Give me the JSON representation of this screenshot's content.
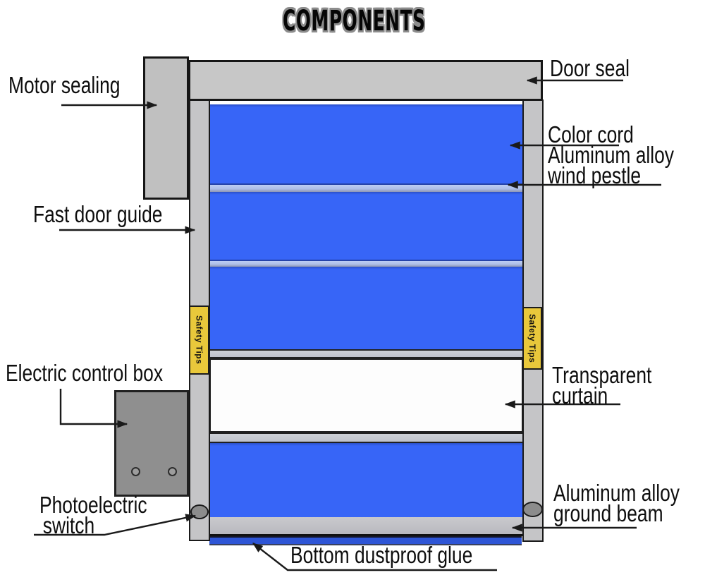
{
  "title": "COMPONENTS",
  "diagram": {
    "labels": {
      "motor_sealing": "Motor sealing",
      "door_seal": "Door seal",
      "color_cord": "Color cord",
      "wind_pestle_l1": "Aluminum alloy",
      "wind_pestle_l2": "wind pestle",
      "fast_door_guide": "Fast door guide",
      "electric_control_box": "Electric control box",
      "photoelectric_l1": "Photoelectric",
      "photoelectric_l2": "switch",
      "transparent_l1": "Transparent",
      "transparent_l2": "curtain",
      "ground_beam_l1": "Aluminum alloy",
      "ground_beam_l2": "ground beam",
      "bottom_dustproof": "Bottom dustproof glue",
      "safety_tips": "Safety Tips"
    },
    "colors": {
      "curtain_blue": "#3765f7",
      "band_light_blue": "#b7c8f0",
      "band_gray": "#c6c9d1",
      "frame_gray": "#c6c6c6",
      "control_box_gray": "#8f8f8f",
      "safety_tip_yellow": "#e9c83b",
      "glue_blue": "#2e55d6",
      "line_black": "#1a1a1a"
    }
  }
}
